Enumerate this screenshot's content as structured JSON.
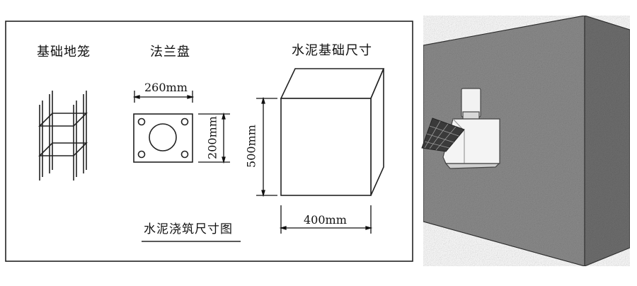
{
  "diagram": {
    "labels": {
      "cage": "基础地笼",
      "flange": "法兰盘",
      "foundation": "水泥基础尺寸",
      "caption": "水泥浇筑尺寸图"
    },
    "dimensions": {
      "flange_width": "260mm",
      "flange_height": "200mm",
      "foundation_height": "500mm",
      "foundation_width": "400mm"
    }
  }
}
